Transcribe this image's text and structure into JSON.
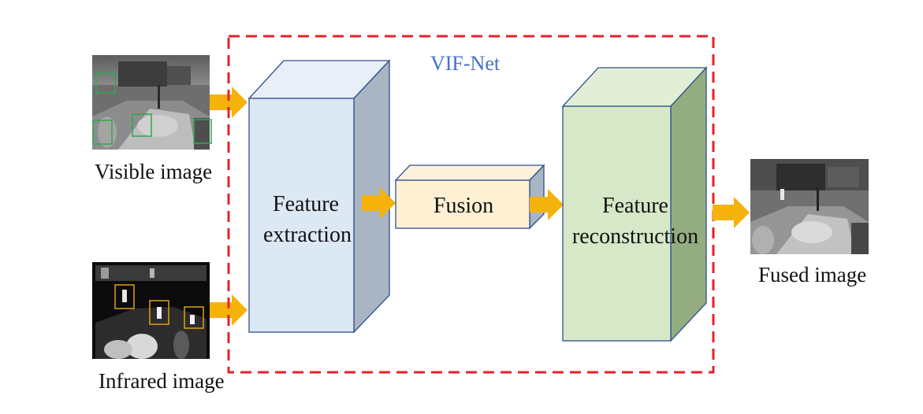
{
  "diagram": {
    "title": "VIF-Net",
    "inputs": {
      "visible": {
        "caption": "Visible image"
      },
      "infrared": {
        "caption": "Infrared image"
      }
    },
    "blocks": {
      "extraction": {
        "line1": "Feature",
        "line2": "extraction"
      },
      "fusion": {
        "label": "Fusion"
      },
      "reconstruction": {
        "line1": "Feature",
        "line2": "reconstruction"
      }
    },
    "output": {
      "caption": "Fused image"
    },
    "colors": {
      "boundary": "#e8202a",
      "title": "#4472c4",
      "arrow": "#f5b20b",
      "extraction_front": "#dde8f5",
      "extraction_side": "#a9b5c2",
      "fusion_front": "#fdf0d3",
      "reconstruction_front": "#d6e8c7",
      "reconstruction_side": "#94ad80",
      "visible_box": "#2fa84f",
      "infrared_box": "#e0a118"
    }
  }
}
